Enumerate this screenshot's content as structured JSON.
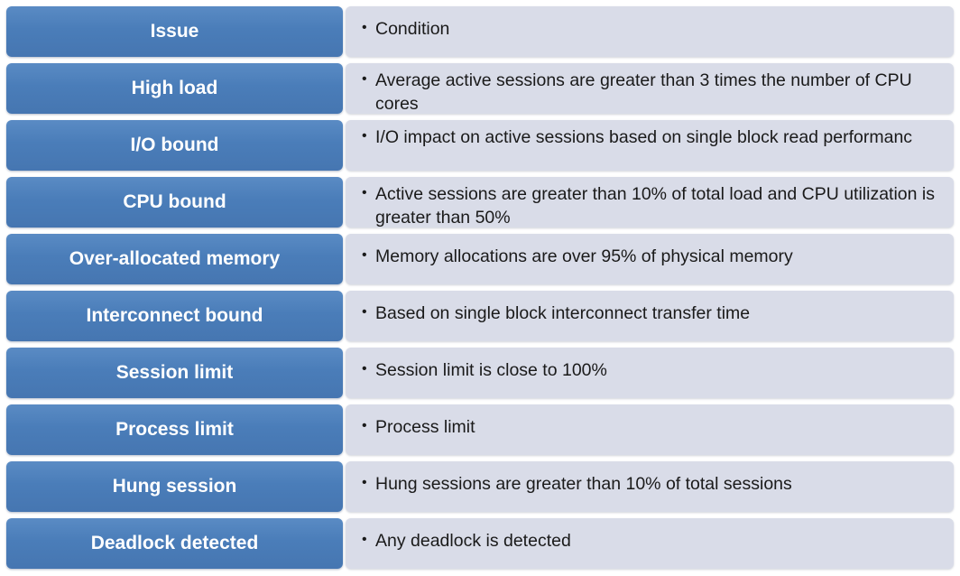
{
  "rows": [
    {
      "issue": "Issue",
      "condition": "Condition"
    },
    {
      "issue": "High load",
      "condition": "Average active sessions are greater than 3 times the number of CPU cores"
    },
    {
      "issue": "I/O bound",
      "condition": "I/O impact on active sessions based on single block read performanc"
    },
    {
      "issue": "CPU bound",
      "condition": "Active sessions are greater than 10% of total load and CPU utilization is greater than 50%"
    },
    {
      "issue": "Over-allocated  memory",
      "condition": "Memory allocations are over 95% of physical memory"
    },
    {
      "issue": "Interconnect bound",
      "condition": "Based on single block interconnect transfer time"
    },
    {
      "issue": "Session  limit",
      "condition": "Session limit is close to 100%"
    },
    {
      "issue": "Process  limit",
      "condition": "Process limit"
    },
    {
      "issue": "Hung session",
      "condition": "Hung sessions are greater than 10% of total sessions"
    },
    {
      "issue": "Deadlock  detected",
      "condition": "Any deadlock is detected"
    }
  ],
  "bullet_char": "•",
  "colors": {
    "issue_fill": "#4a7db9",
    "condition_fill": "#d9dce8",
    "issue_text": "#ffffff",
    "condition_text": "#1a1a1a"
  }
}
